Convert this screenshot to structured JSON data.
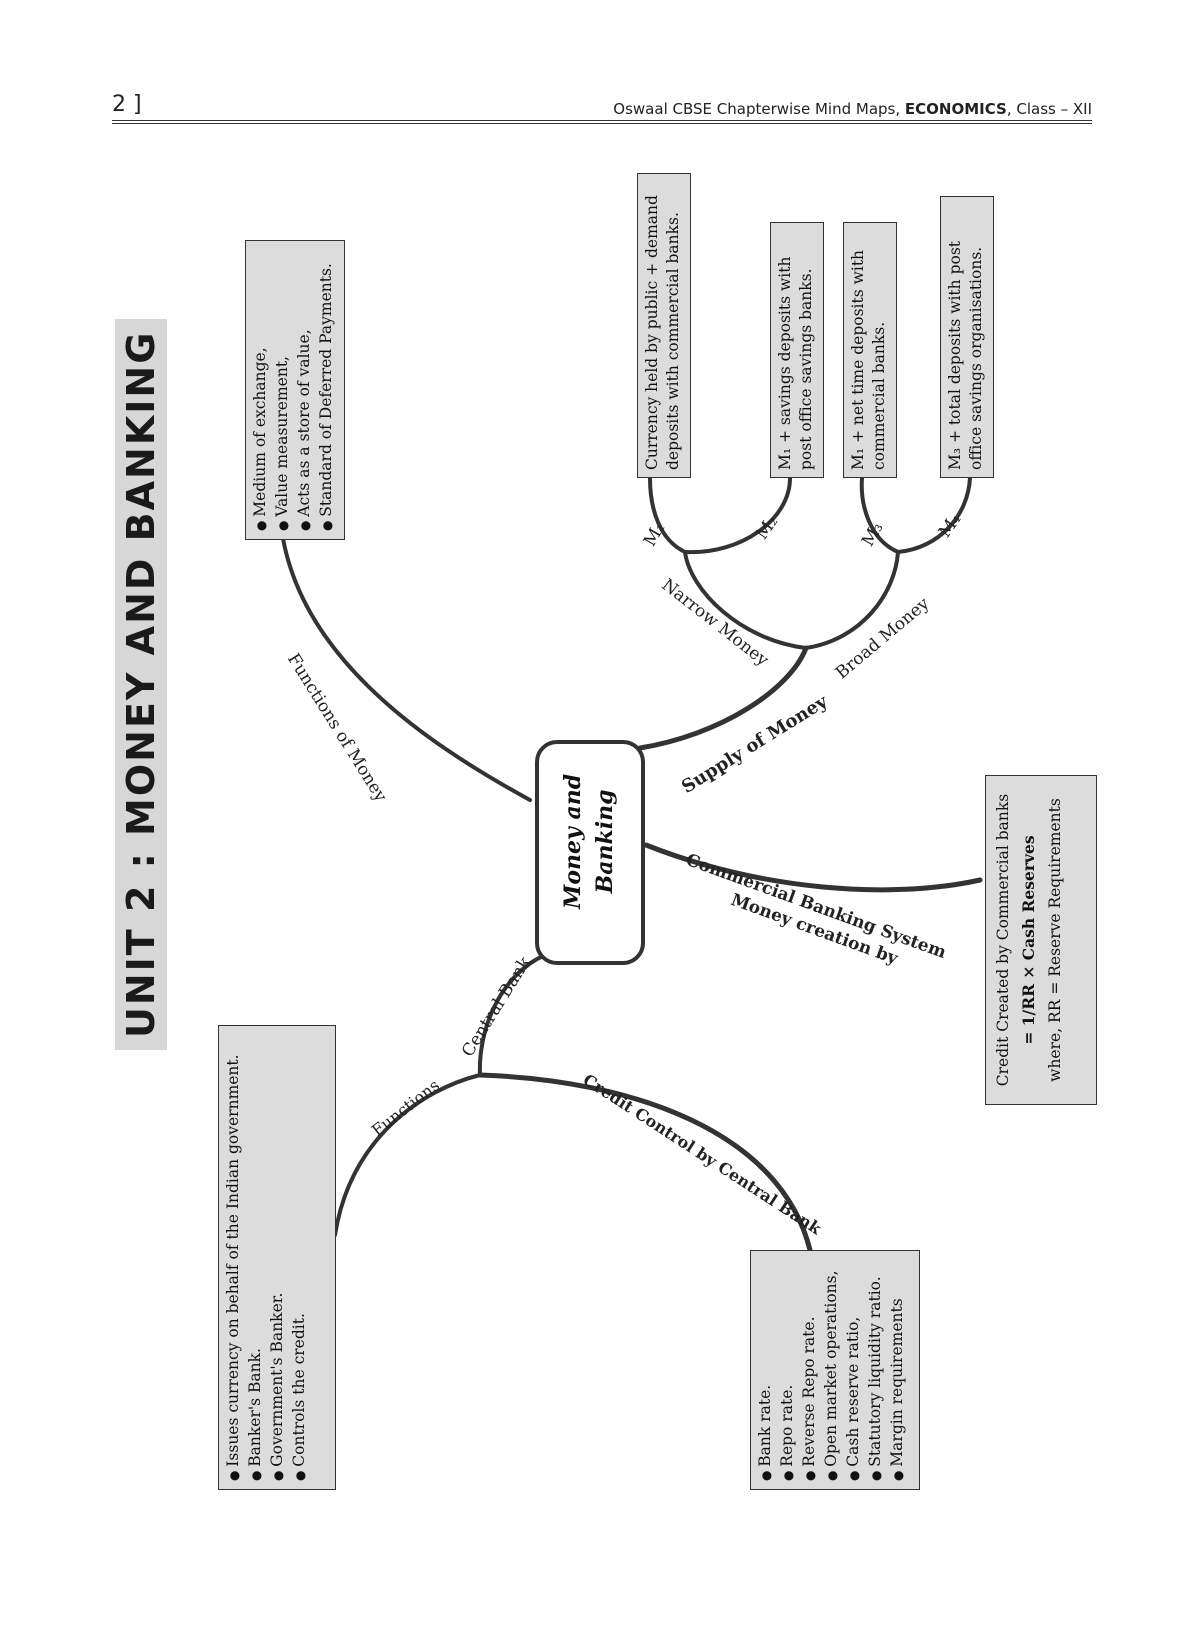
{
  "header": {
    "page_number": "2 ]",
    "publisher_text": "Oswaal CBSE Chapterwise Mind Maps, ",
    "subject": "ECONOMICS",
    "class_text": ", Class – XII"
  },
  "unit_title": "UNIT 2 : MONEY AND BANKING",
  "center_node": {
    "line1": "Money and",
    "line2": "Banking"
  },
  "branches": {
    "functions_of_money": "Functions of Money",
    "supply_of_money": "Supply of Money",
    "narrow_money": "Narrow Money",
    "broad_money": "Broad Money",
    "m1": "M₁",
    "m2": "M₂",
    "m3": "M₃",
    "m4": "M₄",
    "money_creation_line1": "Commercial Banking System",
    "money_creation_line2": "Money creation by",
    "central_bank": "Central Bank",
    "functions": "Functions",
    "credit_control": "Credit Control by Central Bank"
  },
  "boxes": {
    "functions_of_money": [
      "Medium of exchange,",
      "Value measurement,",
      "Acts as a store of value,",
      "Standard of Deferred Payments."
    ],
    "m1_def": [
      "Currency held by public + demand",
      "deposits with commercial banks."
    ],
    "m2_def": [
      "M₁ + savings deposits with",
      "post office savings banks."
    ],
    "m3_def": [
      "M₁ + net time deposits with",
      "commercial banks."
    ],
    "m4_def": [
      "M₃ + total deposits with post",
      "office savings organisations."
    ],
    "credit_created": {
      "line1": "Credit Created by Commercial banks",
      "formula": "= 1/RR × Cash Reserves",
      "line3": "where, RR = Reserve Requirements"
    },
    "central_bank_functions": [
      "Issues currency on behalf of the Indian government.",
      "Banker's Bank.",
      "Government's Banker.",
      "Controls the credit."
    ],
    "credit_control": [
      "Bank rate.",
      "Repo rate.",
      "Reverse Repo rate.",
      "Open market operations,",
      "Cash reserve ratio,",
      "Statutory liquidity ratio.",
      "Margin requirements"
    ]
  },
  "colors": {
    "box_fill": "#dcdcdc",
    "line": "#333333"
  }
}
